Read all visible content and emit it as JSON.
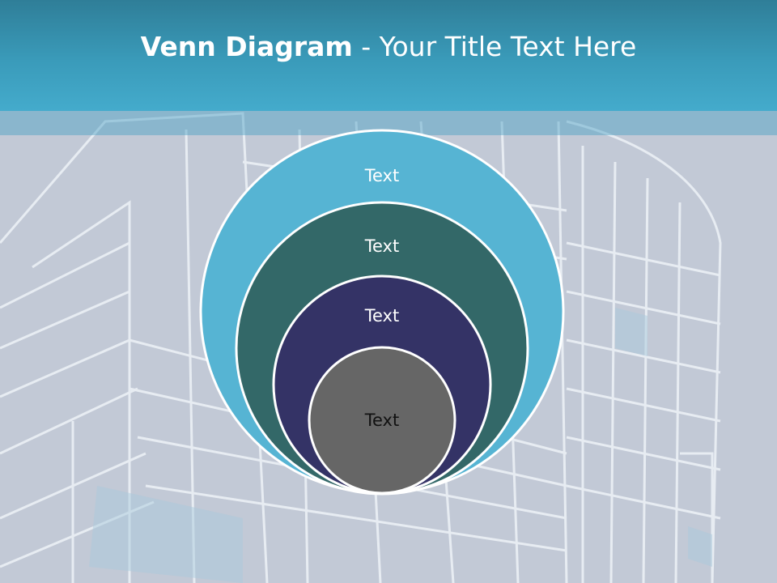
{
  "slide": {
    "title_bold": "Venn Diagram",
    "title_rest": " - Your Title Text Here"
  },
  "circles": [
    {
      "label": "Text",
      "fill": "#56b4d3",
      "text_color": "#ffffff"
    },
    {
      "label": "Text",
      "fill": "#336868",
      "text_color": "#ffffff"
    },
    {
      "label": "Text",
      "fill": "#343366",
      "text_color": "#ffffff"
    },
    {
      "label": "Text",
      "fill": "#666666",
      "text_color": "#111111"
    }
  ]
}
